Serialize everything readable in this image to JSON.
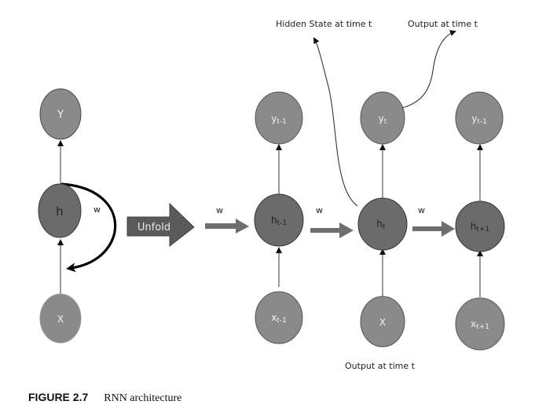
{
  "diagram": {
    "folded": {
      "output": {
        "label": "Y"
      },
      "hidden": {
        "label": "h"
      },
      "input": {
        "label": "X"
      },
      "recurrent_weight": "w"
    },
    "unfold_label": "Unfold",
    "weights": [
      "w",
      "w",
      "w"
    ],
    "steps": [
      {
        "output": {
          "base": "y",
          "sub": "t-1"
        },
        "hidden": {
          "base": "h",
          "sub": "t-1"
        },
        "input": {
          "base": "x",
          "sub": "t-1"
        }
      },
      {
        "output": {
          "base": "y",
          "sub": "t"
        },
        "hidden": {
          "base": "h",
          "sub": "t"
        },
        "input": {
          "base": "X",
          "sub": ""
        }
      },
      {
        "output": {
          "base": "y",
          "sub": "t-1"
        },
        "hidden": {
          "base": "h",
          "sub": "t+1"
        },
        "input": {
          "base": "x",
          "sub": "t+1"
        }
      }
    ],
    "annotations": {
      "hidden_state": "Hidden State at time t",
      "output_top": "Output at time t",
      "output_bottom": "Output at time t"
    },
    "colors": {
      "node_fill": "#8a8a8a",
      "hidden_fill": "#6b6b6b",
      "stroke": "#3a3a3a",
      "arrow": "#6e6e6e",
      "unfold": "#5a5a5a"
    }
  },
  "caption": {
    "number": "FIGURE 2.7",
    "title": "RNN architecture"
  }
}
